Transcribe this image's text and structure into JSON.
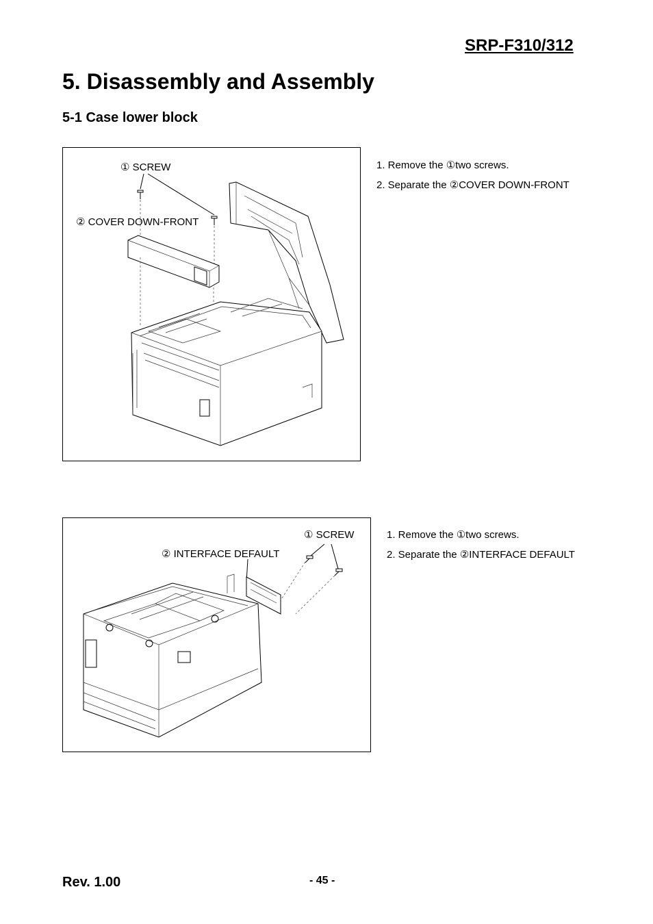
{
  "header": {
    "model": "SRP-F310/312"
  },
  "chapter_title": "5. Disassembly and Assembly",
  "section_title": "5-1 Case lower block",
  "figure1": {
    "callouts": [
      "① SCREW",
      "② COVER DOWN-FRONT"
    ],
    "steps": [
      "1. Remove the ①two screws.",
      "2. Separate the ②COVER DOWN-FRONT"
    ]
  },
  "figure2": {
    "callouts": [
      "① SCREW",
      "② INTERFACE DEFAULT"
    ],
    "steps": [
      "1. Remove the ①two screws.",
      "2. Separate the ②INTERFACE DEFAULT"
    ]
  },
  "footer": {
    "revision": "Rev. 1.00",
    "page_number": "- 45 -"
  }
}
